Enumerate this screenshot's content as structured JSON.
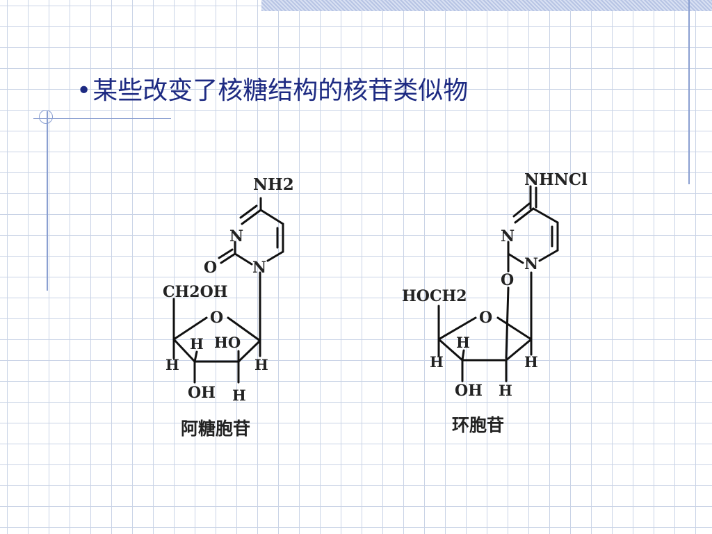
{
  "slide": {
    "bullet": "•",
    "title": "某些改变了核糖结构的核苷类似物"
  },
  "molecule_left": {
    "caption": "阿糖胞苷",
    "labels": {
      "nh2": "NH2",
      "n_top": "N",
      "o": "O",
      "n_ring": "N",
      "ch2oh": "CH2OH",
      "o_ring": "O",
      "h1": "H",
      "ho": "HO",
      "h_left": "H",
      "h_right": "H",
      "oh": "OH",
      "h_bottom": "H"
    }
  },
  "molecule_right": {
    "caption": "环胞苷",
    "labels": {
      "nhncl": "NHNCl",
      "n_top": "N",
      "n_ring": "N",
      "o_bridge": "O",
      "hoch2": "HOCH2",
      "o_ring": "O",
      "h1": "H",
      "h_left": "H",
      "h_right": "H",
      "oh": "OH",
      "h_bottom": "H"
    }
  },
  "colors": {
    "title": "#1d2a82",
    "grid": "#c9d3e6",
    "accent_rule": "#8a9fd1"
  }
}
